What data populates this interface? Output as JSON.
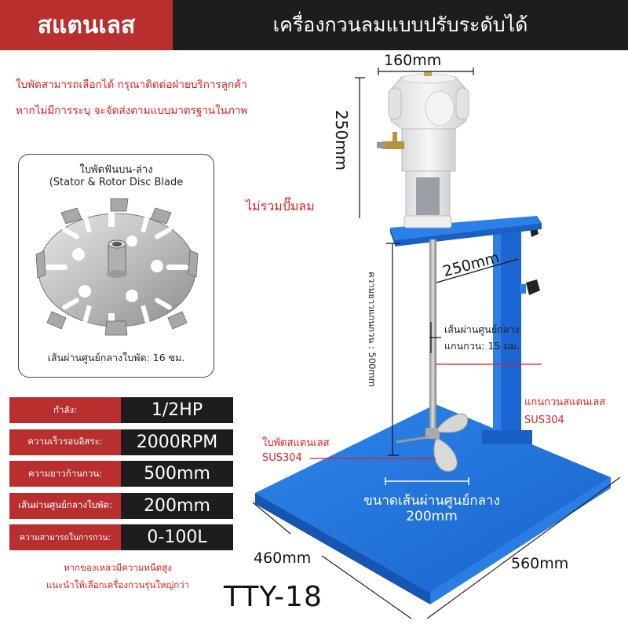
{
  "header": {
    "material_label": "สแตนเลส",
    "product_title": "เครื่องกวนลมแบบปรับระดับได้"
  },
  "notes": {
    "blade_option_line1": "ใบพัดสามารถเลือกได้ กรุณาติดต่อฝ่ายบริการลูกค้า",
    "blade_option_line2": "หากไม่มีการระบุ จะจัดส่งตามแบบมาตรฐานในภาพ",
    "no_pump": "ไม่รวมปั๊มลม",
    "viscosity_line1": "หากของเหลวมีความหนืดสูง",
    "viscosity_line2": "แนะนำให้เลือกเครื่องกวนรุ่นใหญ่กว่า"
  },
  "blade_card": {
    "title_line1": "ใบพัดฟันบน-ล่าง",
    "title_line2": "(Stator & Rotor Disc Blade",
    "caption": "เส้นผ่านศูนย์กลางใบพัด: 16 ซม."
  },
  "specs": [
    {
      "label": "กำลัง:",
      "value": "1/2HP"
    },
    {
      "label": "ความเร็วรอบอิสระ:",
      "value": "2000RPM"
    },
    {
      "label": "ความยาวก้านกวน:",
      "value": "500mm"
    },
    {
      "label": "เส้นผ่านศูนย์กลางใบพัด:",
      "value": "200mm"
    },
    {
      "label": "ความสามารถในการกวน:",
      "value": "0-100L"
    }
  ],
  "model": "TTY-18",
  "dimensions": {
    "motor_width": "160mm",
    "motor_height": "250mm",
    "arm_length": "250mm",
    "shaft_length": "ความยาวแกนกวน : 500mm",
    "impeller_diameter_label": "ขนาดเส้นผ่านศูนย์กลาง",
    "impeller_diameter_value": "200mm",
    "base_depth": "460mm",
    "base_width": "560mm"
  },
  "callouts": {
    "shaft_diameter_line1": "เส้นผ่านศูนย์กลาง",
    "shaft_diameter_line2": "แกนกวน: 15 มม.",
    "shaft_material_line1": "แกนกวนสแตนเลส",
    "shaft_material_line2": "SUS304",
    "impeller_material_line1": "ใบพัดสแตนเลส",
    "impeller_material_line2": "SUS304"
  },
  "colors": {
    "header_red": "#b82f2e",
    "header_dark": "#1d1d1d",
    "note_red": "#e41d1d",
    "stand_blue": "#1e6fd9"
  }
}
